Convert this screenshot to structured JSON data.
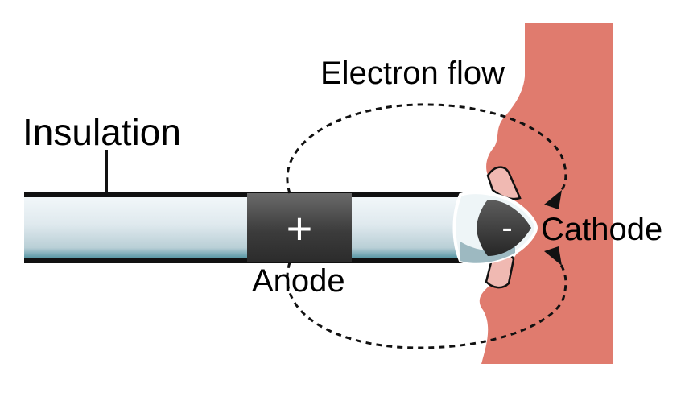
{
  "labels": {
    "insulation": "Insulation",
    "electron_flow": "Electron flow",
    "anode": "Anode",
    "cathode": "Cathode",
    "anode_symbol": "+",
    "cathode_symbol": "-"
  },
  "colors": {
    "tissue": "#e07b6e",
    "tissue_light": "#efb2ab",
    "electrode_dark": "#3a3a3a",
    "shaft_light": "#e8f1f4",
    "shaft_edge": "#2f7d8c",
    "outline": "#111111"
  }
}
